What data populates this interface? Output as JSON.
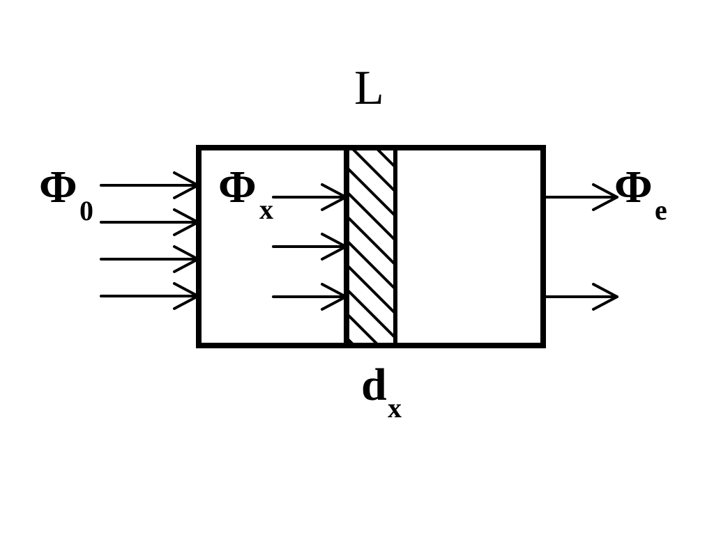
{
  "labels": {
    "length": "L",
    "incident_flux": {
      "symbol": "Φ",
      "subscript": "0"
    },
    "flux_at_x": {
      "symbol": "Φ",
      "subscript": "x"
    },
    "exit_flux": {
      "symbol": "Φ",
      "subscript": "e"
    },
    "slice": {
      "symbol": "d",
      "subscript": "x"
    }
  },
  "colors": {
    "stroke": "#000000",
    "background": "#ffffff"
  }
}
